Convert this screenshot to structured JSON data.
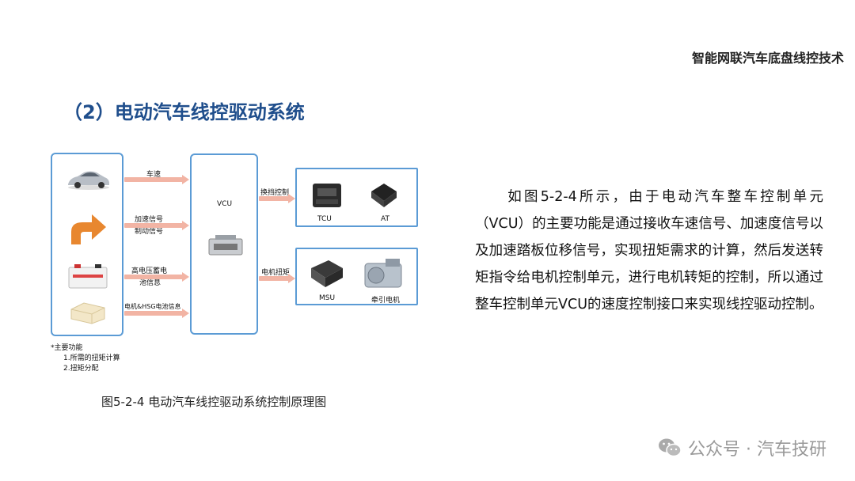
{
  "header": {
    "title": "智能网联汽车底盘线控技术"
  },
  "section": {
    "title": "（2）电动汽车线控驱动系统"
  },
  "diagram": {
    "signals": {
      "speed": "车速",
      "accel": "加速信号",
      "brake": "制动信号",
      "battery_line1": "高电压蓄电",
      "battery_line2": "池信息",
      "hsg": "电机&HSG电池信息"
    },
    "vcu_label": "VCU",
    "outputs": {
      "shift": "换挡控制",
      "motor_torque": "电机扭矩"
    },
    "top_box": {
      "tcu": "TCU",
      "at": "AT"
    },
    "bottom_box": {
      "msu": "MSU",
      "motor": "牵引电机"
    },
    "notes": {
      "heading": "*主要功能",
      "item1": "1.所需的扭矩计算",
      "item2": "2.扭矩分配"
    },
    "caption": "图5-2-4 电动汽车线控驱动系统控制原理图"
  },
  "paragraph": {
    "text": "如图5-2-4所示，由于电动汽车整车控制单元（VCU）的主要功能是通过接收车速信号、加速度信号以及加速踏板位移信号，实现扭矩需求的计算，然后发送转矩指令给电机控制单元，进行电机转矩的控制，所以通过整车控制单元VCU的速度控制接口来实现线控驱动控制。"
  },
  "watermark": {
    "text": "公众号 · 汽车技研"
  },
  "colors": {
    "accent": "#1f4e8c",
    "box_border": "#5b9bd5",
    "arrow": "#f2b4a4"
  }
}
